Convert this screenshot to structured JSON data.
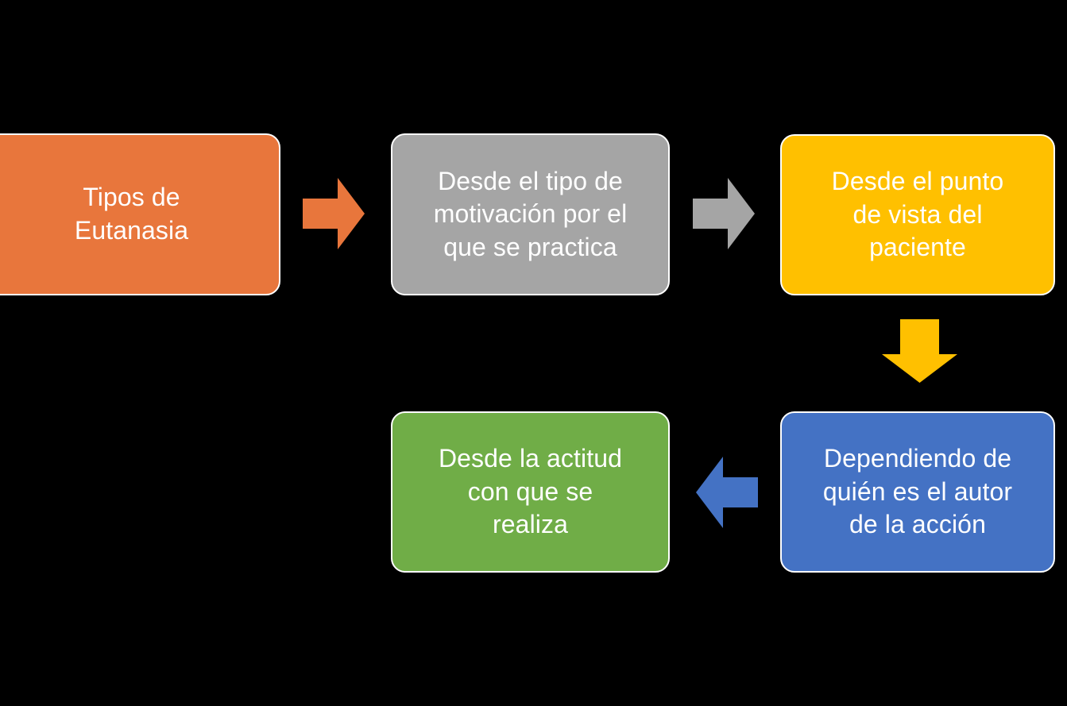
{
  "diagram": {
    "title": "Tipos de Eutanasia",
    "background_color": "#000000",
    "text_color": "#FFFFFF",
    "nodes": [
      {
        "id": "tipos-de-eutanasia",
        "label": "Tipos de\nEutanasia",
        "color": "#E8763C",
        "color_name": "orange",
        "shape": "rounded-rectangle",
        "row": 1,
        "column": 1
      },
      {
        "id": "tipo-de-motivacion",
        "label": "Desde el tipo de\nmotivación por el\nque se practica",
        "color": "#A5A5A5",
        "color_name": "gray",
        "shape": "rounded-rectangle",
        "row": 1,
        "column": 2
      },
      {
        "id": "punto-de-vista-del-paciente",
        "label": "Desde el punto\nde vista del\npaciente",
        "color": "#FFC000",
        "color_name": "yellow",
        "shape": "rounded-rectangle",
        "row": 1,
        "column": 3
      },
      {
        "id": "actitud-con-que-se-realiza",
        "label": "Desde la actitud\ncon que se\nrealiza",
        "color": "#70AD47",
        "color_name": "green",
        "shape": "rounded-rectangle",
        "row": 2,
        "column": 2
      },
      {
        "id": "autor-de-la-accion",
        "label": "Dependiendo de\nquién es el autor\nde la acción",
        "color": "#4472C4",
        "color_name": "blue",
        "shape": "rounded-rectangle",
        "row": 2,
        "column": 3
      }
    ],
    "connectors": [
      {
        "id": "arrow-orange",
        "icon": "arrow-right-icon",
        "direction": "right",
        "color": "#E8763C",
        "from": "tipos-de-eutanasia",
        "to": "tipo-de-motivacion"
      },
      {
        "id": "arrow-gray",
        "icon": "arrow-right-icon",
        "direction": "right",
        "color": "#A5A5A5",
        "from": "tipo-de-motivacion",
        "to": "punto-de-vista-del-paciente"
      },
      {
        "id": "arrow-yellow",
        "icon": "arrow-down-icon",
        "direction": "down",
        "color": "#FFC000",
        "from": "punto-de-vista-del-paciente",
        "to": "autor-de-la-accion"
      },
      {
        "id": "arrow-blue",
        "icon": "arrow-left-icon",
        "direction": "left",
        "color": "#4472C4",
        "from": "autor-de-la-accion",
        "to": "actitud-con-que-se-realiza"
      }
    ]
  }
}
